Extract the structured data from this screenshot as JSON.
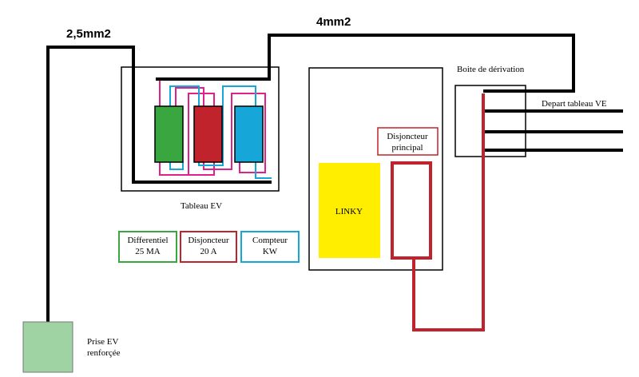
{
  "wires": {
    "left_section": "2,5mm2",
    "top_section": "4mm2"
  },
  "panel": {
    "label": "Tableau EV"
  },
  "legend": {
    "differential": {
      "line1": "Differentiel",
      "line2": "25 MA",
      "color": "#3aa640"
    },
    "breaker": {
      "line1": "Disjoncteur",
      "line2": "20 A",
      "color": "#c0232b"
    },
    "meter": {
      "line1": "Compteur",
      "line2": "KW",
      "color": "#16a6d8"
    }
  },
  "meter_box": {
    "linky_label": "LINKY",
    "linky_color": "#ffee00",
    "main_breaker_line1": "Disjoncteur",
    "main_breaker_line2": "principal"
  },
  "junction": {
    "label": "Boite de dérivation",
    "depart_label": "Depart tableau VE"
  },
  "outlet": {
    "line1": "Prise EV",
    "line2": "renforçée",
    "color": "#9fd3a3"
  },
  "colors": {
    "wire": "#000000",
    "red_wire": "#c0232b",
    "magenta_wire": "#e0218a",
    "blue_wire": "#16a6d8"
  }
}
